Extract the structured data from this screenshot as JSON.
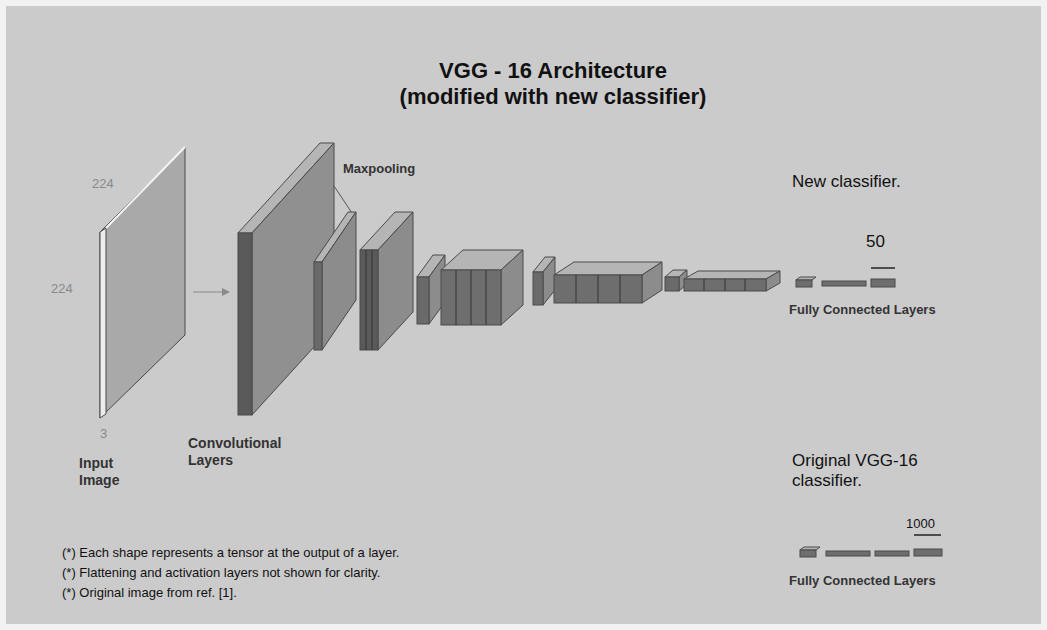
{
  "diagram": {
    "title": "VGG - 16 Architecture (modified with new classifier)",
    "labels": [
      "224",
      "224",
      "3",
      "Input Image",
      "Convolutional Layers",
      "Maxpooling",
      "New classifier.",
      "50",
      "Fully Connected Layers",
      "Original VGG-16 classifier.",
      "1000",
      "Fully Connected Layers",
      "(*) Each shape represents a tensor at the output of a layer.",
      "(*) Flattening and activation layers not shown for clarity.",
      "(*) Original image from ref. [1]."
    ]
  }
}
